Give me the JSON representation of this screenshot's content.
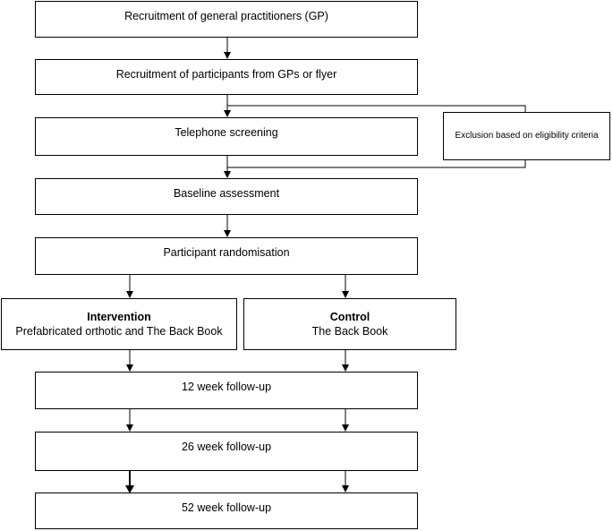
{
  "flowchart": {
    "recruit_gp": "Recruitment of general practitioners (GP)",
    "recruit_participants": "Recruitment of participants from GPs or flyer",
    "telephone_screening": "Telephone screening",
    "exclusion": "Exclusion based on eligibility criteria",
    "baseline": "Baseline assessment",
    "randomisation": "Participant randomisation",
    "intervention": {
      "title": "Intervention",
      "description": "Prefabricated orthotic and The Back Book"
    },
    "control": {
      "title": "Control",
      "description": "The Back Book"
    },
    "followup_12": "12 week follow-up",
    "followup_26": "26 week follow-up",
    "followup_52": "52 week follow-up"
  }
}
